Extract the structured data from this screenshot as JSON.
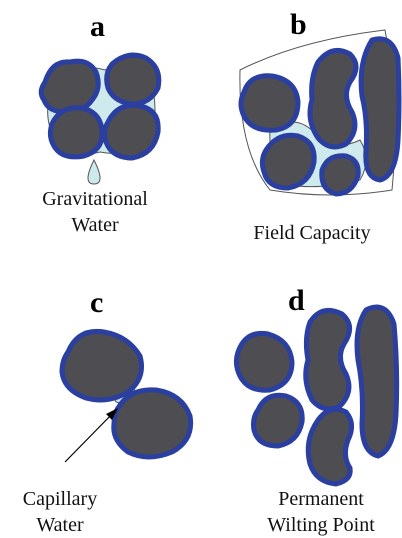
{
  "panels": {
    "a": {
      "letter": "a",
      "caption_line1": "Gravitational",
      "caption_line2": "Water"
    },
    "b": {
      "letter": "b",
      "caption_line1": "Field Capacity"
    },
    "c": {
      "letter": "c",
      "caption_line1": "Capillary",
      "caption_line2": "Water"
    },
    "d": {
      "letter": "d",
      "caption_line1": "Permanent",
      "caption_line2": "Wilting Point"
    }
  },
  "colors": {
    "soil_grain": "#4d4d52",
    "grain_outline": "#2a3fa0",
    "water": "#cfeaec",
    "background": "#ffffff"
  }
}
